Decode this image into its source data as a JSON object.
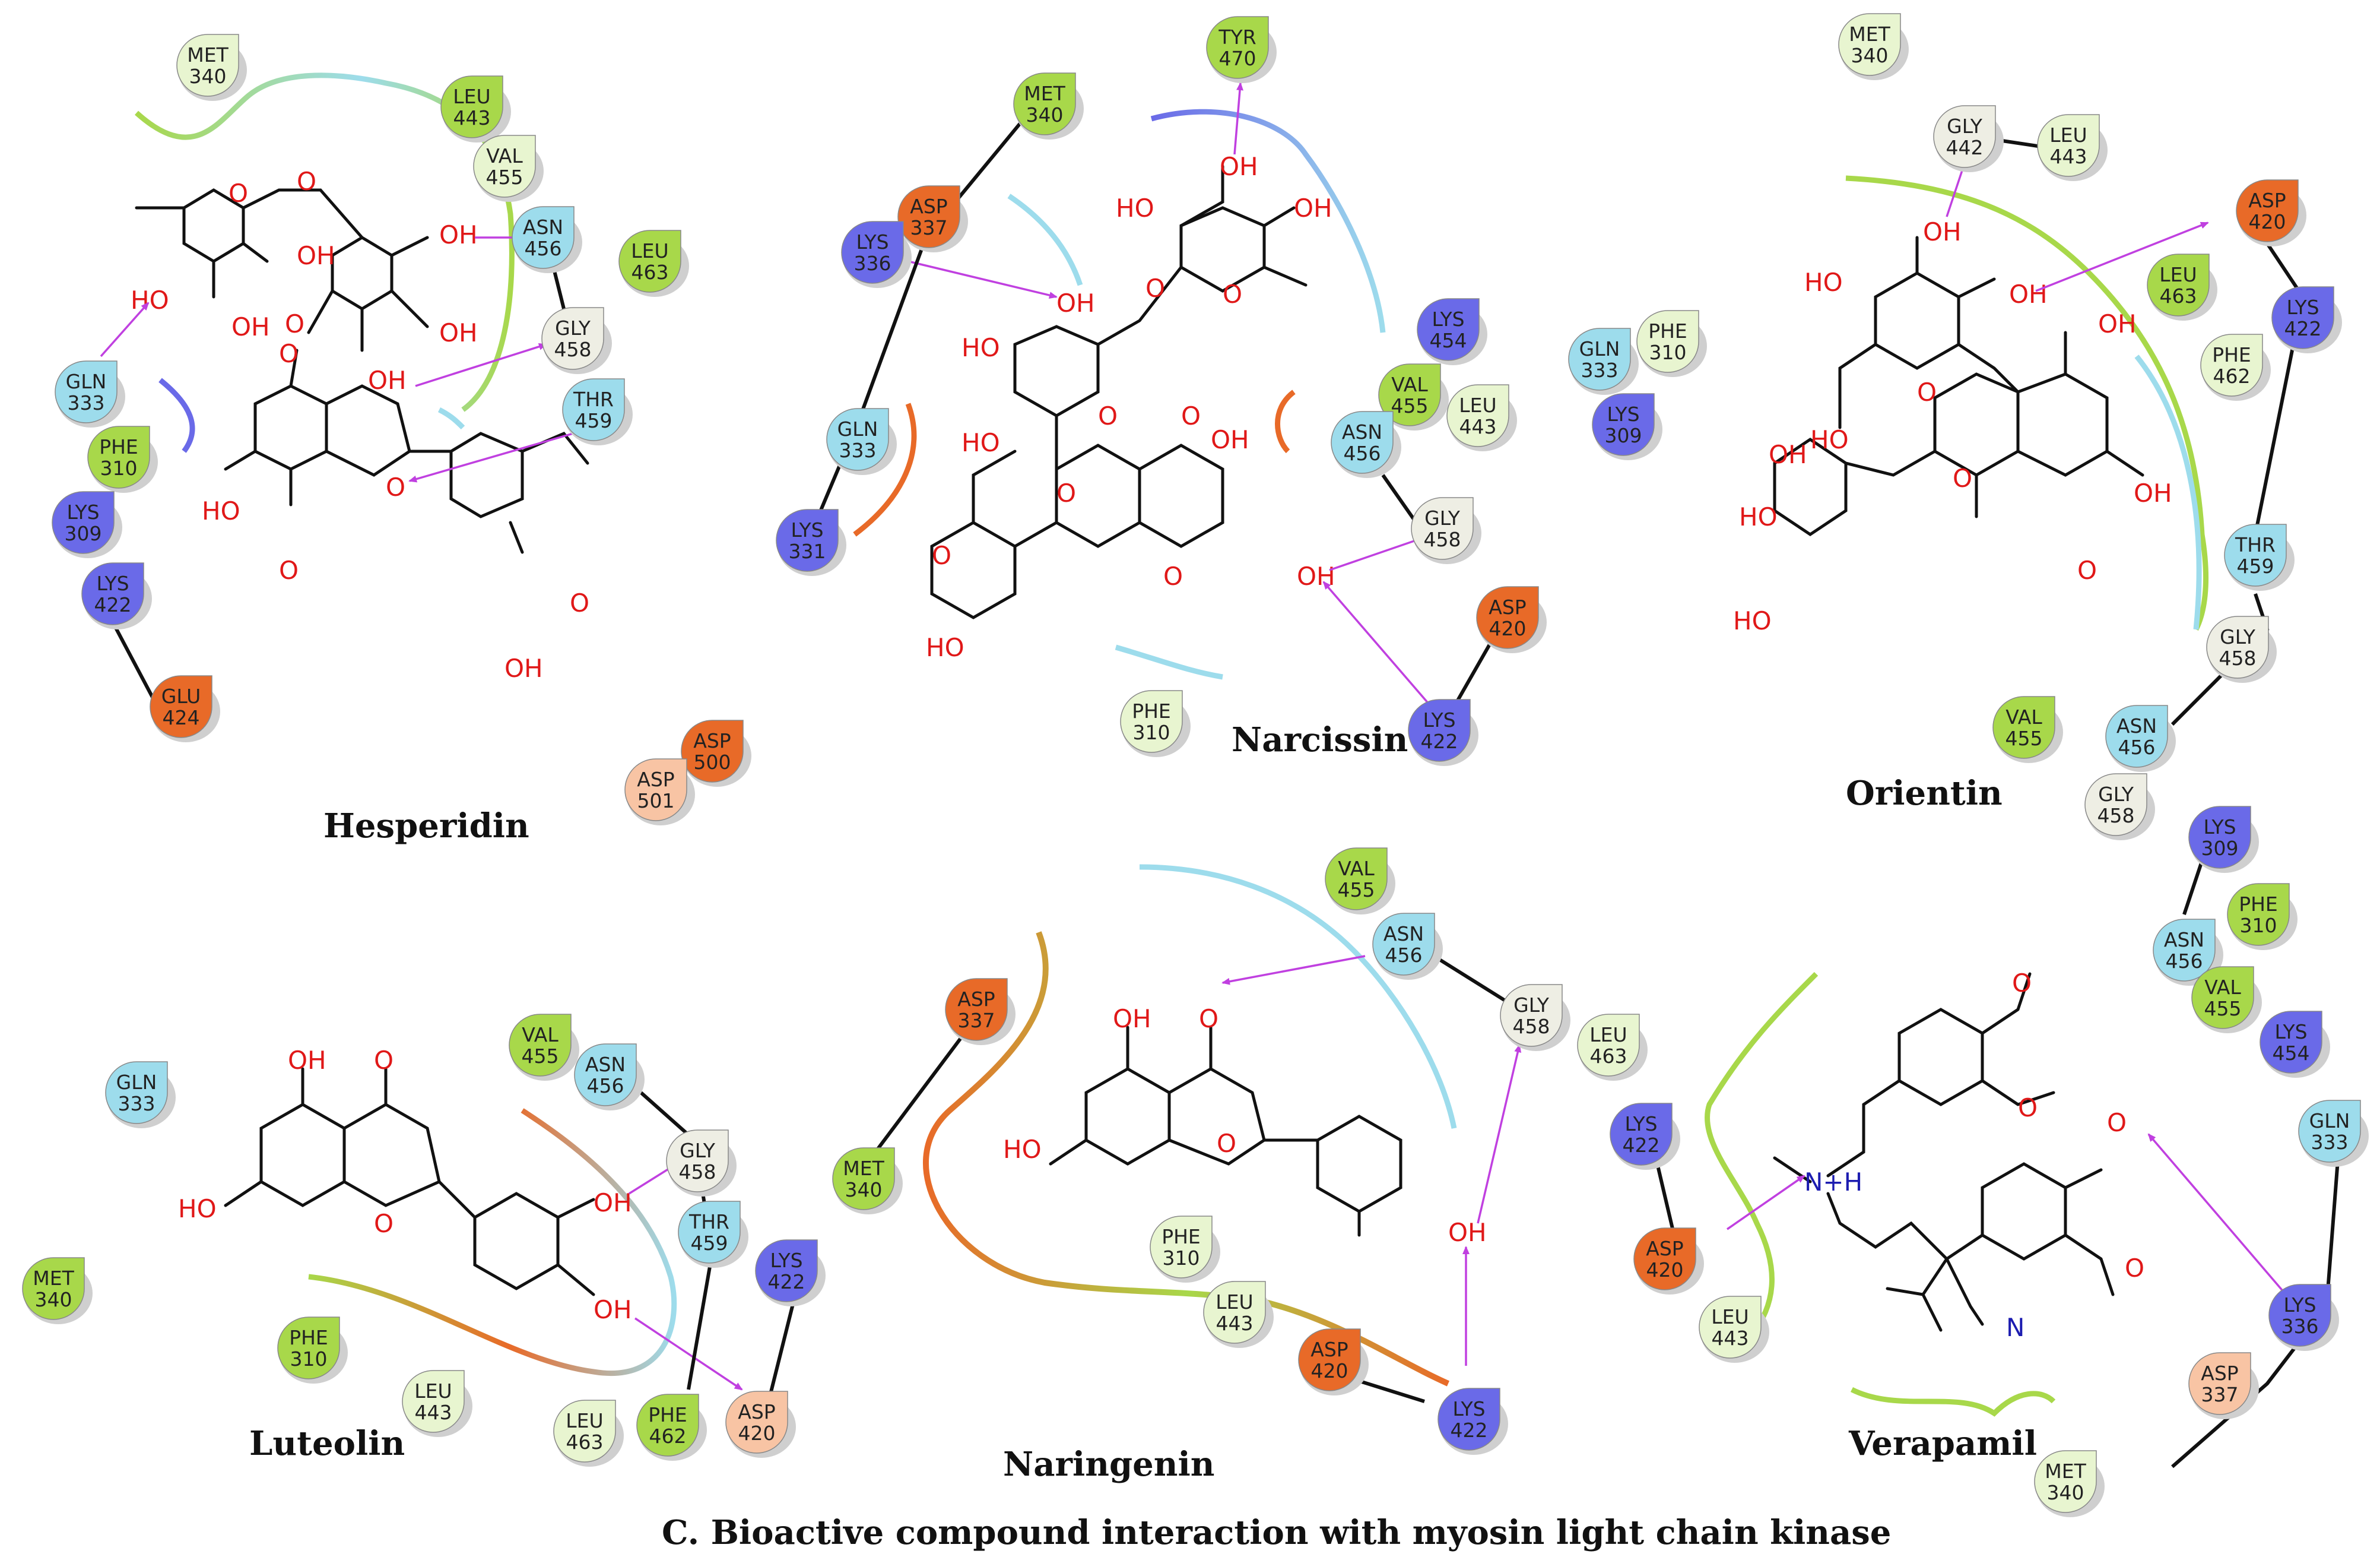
{
  "caption": "C. Bioactive compound interaction with myosin light chain kinase",
  "colors": {
    "green": "#a8d84a",
    "lightgreen": "#e8f5d0",
    "blue": "#6a6ae8",
    "lightblue": "#9ddcec",
    "orange": "#e86a28",
    "lightorange": "#f8c4a4",
    "grey": "#eeeee4",
    "hbond": "#c040e0"
  },
  "panels": [
    {
      "name": "Hesperidin",
      "residues": [
        {
          "name": "MET",
          "num": "340"
        },
        {
          "name": "LEU",
          "num": "443"
        },
        {
          "name": "VAL",
          "num": "455"
        },
        {
          "name": "ASN",
          "num": "456"
        },
        {
          "name": "LEU",
          "num": "463"
        },
        {
          "name": "GLY",
          "num": "458"
        },
        {
          "name": "THR",
          "num": "459"
        },
        {
          "name": "GLN",
          "num": "333"
        },
        {
          "name": "PHE",
          "num": "310"
        },
        {
          "name": "LYS",
          "num": "309"
        },
        {
          "name": "LYS",
          "num": "422"
        },
        {
          "name": "GLU",
          "num": "424"
        },
        {
          "name": "ASP",
          "num": "500"
        },
        {
          "name": "ASP",
          "num": "501"
        }
      ],
      "atoms": [
        "O",
        "OH",
        "O",
        "OH",
        "OH",
        "OH",
        "HO",
        "O",
        "OH",
        "O",
        "HO",
        "O",
        "O",
        "OH",
        "O"
      ]
    },
    {
      "name": "Narcissin",
      "residues": [
        {
          "name": "TYR",
          "num": "470"
        },
        {
          "name": "MET",
          "num": "340"
        },
        {
          "name": "ASP",
          "num": "337"
        },
        {
          "name": "LYS",
          "num": "336"
        },
        {
          "name": "GLN",
          "num": "333"
        },
        {
          "name": "LYS",
          "num": "331"
        },
        {
          "name": "LYS",
          "num": "454"
        },
        {
          "name": "VAL",
          "num": "455"
        },
        {
          "name": "LEU",
          "num": "443"
        },
        {
          "name": "ASN",
          "num": "456"
        },
        {
          "name": "GLY",
          "num": "458"
        },
        {
          "name": "ASP",
          "num": "420"
        },
        {
          "name": "LYS",
          "num": "422"
        },
        {
          "name": "PHE",
          "num": "310"
        }
      ],
      "atoms": [
        "OH",
        "HO",
        "OH",
        "O",
        "O",
        "OH",
        "HO",
        "HO",
        "O",
        "O",
        "O",
        "OH",
        "O",
        "HO",
        "O",
        "OH"
      ]
    },
    {
      "name": "Orientin",
      "residues": [
        {
          "name": "MET",
          "num": "340"
        },
        {
          "name": "GLY",
          "num": "442"
        },
        {
          "name": "LEU",
          "num": "443"
        },
        {
          "name": "ASP",
          "num": "420"
        },
        {
          "name": "LEU",
          "num": "463"
        },
        {
          "name": "LYS",
          "num": "422"
        },
        {
          "name": "PHE",
          "num": "462"
        },
        {
          "name": "GLN",
          "num": "333"
        },
        {
          "name": "PHE",
          "num": "310"
        },
        {
          "name": "LYS",
          "num": "309"
        },
        {
          "name": "THR",
          "num": "459"
        },
        {
          "name": "GLY",
          "num": "458"
        },
        {
          "name": "VAL",
          "num": "455"
        },
        {
          "name": "ASN",
          "num": "456"
        }
      ],
      "atoms": [
        "OH",
        "HO",
        "OH",
        "O",
        "OH",
        "HO",
        "O",
        "OH",
        "OH",
        "O",
        "HO",
        "HO"
      ]
    },
    {
      "name": "Luteolin",
      "residues": [
        {
          "name": "GLN",
          "num": "333"
        },
        {
          "name": "VAL",
          "num": "455"
        },
        {
          "name": "ASN",
          "num": "456"
        },
        {
          "name": "GLY",
          "num": "458"
        },
        {
          "name": "THR",
          "num": "459"
        },
        {
          "name": "LYS",
          "num": "422"
        },
        {
          "name": "MET",
          "num": "340"
        },
        {
          "name": "PHE",
          "num": "310"
        },
        {
          "name": "LEU",
          "num": "443"
        },
        {
          "name": "LEU",
          "num": "463"
        },
        {
          "name": "PHE",
          "num": "462"
        },
        {
          "name": "ASP",
          "num": "420"
        }
      ],
      "atoms": [
        "OH",
        "O",
        "HO",
        "O",
        "OH",
        "OH"
      ]
    },
    {
      "name": "Naringenin",
      "residues": [
        {
          "name": "VAL",
          "num": "455"
        },
        {
          "name": "ASN",
          "num": "456"
        },
        {
          "name": "GLY",
          "num": "458"
        },
        {
          "name": "ASP",
          "num": "337"
        },
        {
          "name": "MET",
          "num": "340"
        },
        {
          "name": "LEU",
          "num": "463"
        },
        {
          "name": "PHE",
          "num": "310"
        },
        {
          "name": "LEU",
          "num": "443"
        },
        {
          "name": "ASP",
          "num": "420"
        },
        {
          "name": "LYS",
          "num": "422"
        }
      ],
      "atoms": [
        "OH",
        "O",
        "HO",
        "O",
        "OH"
      ]
    },
    {
      "name": "Verapamil",
      "residues": [
        {
          "name": "GLY",
          "num": "458"
        },
        {
          "name": "LYS",
          "num": "309"
        },
        {
          "name": "PHE",
          "num": "310"
        },
        {
          "name": "ASN",
          "num": "456"
        },
        {
          "name": "VAL",
          "num": "455"
        },
        {
          "name": "LYS",
          "num": "454"
        },
        {
          "name": "LYS",
          "num": "422"
        },
        {
          "name": "ASP",
          "num": "420"
        },
        {
          "name": "LEU",
          "num": "443"
        },
        {
          "name": "GLN",
          "num": "333"
        },
        {
          "name": "LYS",
          "num": "336"
        },
        {
          "name": "ASP",
          "num": "337"
        },
        {
          "name": "MET",
          "num": "340"
        }
      ],
      "atoms": [
        "O",
        "O",
        "N+H",
        "O",
        "O",
        "N"
      ]
    }
  ]
}
